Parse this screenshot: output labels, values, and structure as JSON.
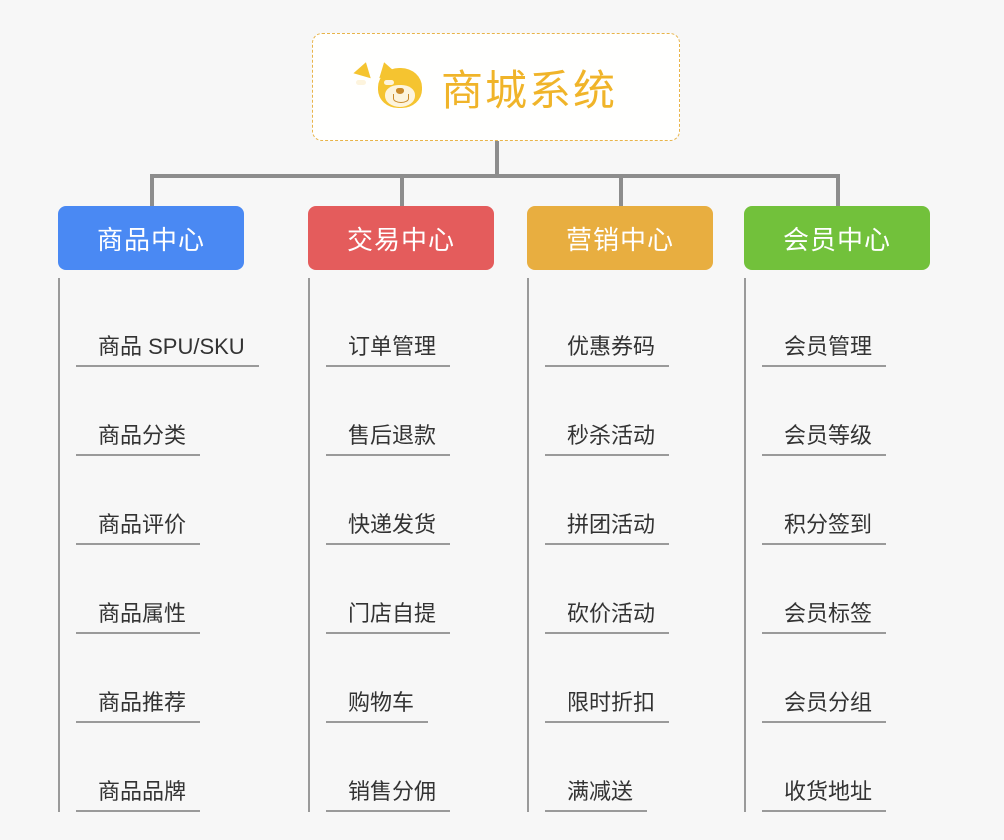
{
  "root": {
    "title": "商城系统",
    "icon": "shiba-dog-icon",
    "border_color": "#e8b44a",
    "title_color": "#f0b429"
  },
  "connector": {
    "color": "#8d8d8d"
  },
  "branches": [
    {
      "id": "product-center",
      "label": "商品中心",
      "color": "#4a89f3",
      "items": [
        "商品 SPU/SKU",
        "商品分类",
        "商品评价",
        "商品属性",
        "商品推荐",
        "商品品牌"
      ]
    },
    {
      "id": "trade-center",
      "label": "交易中心",
      "color": "#e45c5c",
      "items": [
        "订单管理",
        "售后退款",
        "快递发货",
        "门店自提",
        "购物车",
        "销售分佣"
      ]
    },
    {
      "id": "marketing-center",
      "label": "营销中心",
      "color": "#e8ae40",
      "items": [
        "优惠券码",
        "秒杀活动",
        "拼团活动",
        "砍价活动",
        "限时折扣",
        "满减送"
      ]
    },
    {
      "id": "member-center",
      "label": "会员中心",
      "color": "#72c13b",
      "items": [
        "会员管理",
        "会员等级",
        "积分签到",
        "会员标签",
        "会员分组",
        "收货地址"
      ]
    }
  ]
}
